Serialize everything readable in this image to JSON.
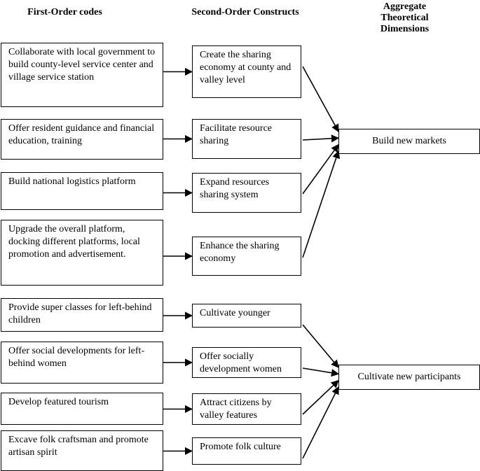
{
  "headers": {
    "first_order": "First-Order codes",
    "second_order": "Second-Order Constructs",
    "aggregate": "Aggregate\nTheoretical\nDimensions"
  },
  "first_order": [
    {
      "text": "Collaborate with local government to build county-level service center and village service station"
    },
    {
      "text": "Offer resident guidance and financial education, training"
    },
    {
      "text": "Build national logistics platform"
    },
    {
      "text": "Upgrade the overall platform, docking different platforms, local promotion and advertisement."
    },
    {
      "text": "Provide super classes for left-behind children"
    },
    {
      "text": "Offer social developments for left-behind women"
    },
    {
      "text": "Develop featured tourism"
    },
    {
      "text": "Excave folk craftsman and promote artisan spirit"
    }
  ],
  "second_order": [
    {
      "text": "Create the sharing economy at county and valley level"
    },
    {
      "text": "Facilitate resource sharing"
    },
    {
      "text": "Expand resources sharing system"
    },
    {
      "text": "Enhance the sharing economy"
    },
    {
      "text": "Cultivate younger"
    },
    {
      "text": "Offer socially development women"
    },
    {
      "text": "Attract citizens by valley features"
    },
    {
      "text": "Promote folk culture"
    }
  ],
  "aggregate": [
    {
      "text": "Build new markets"
    },
    {
      "text": "Cultivate new participants"
    }
  ],
  "connections": [
    {
      "from": 0,
      "to": 0
    },
    {
      "from": 1,
      "to": 0
    },
    {
      "from": 2,
      "to": 0
    },
    {
      "from": 3,
      "to": 0
    },
    {
      "from": 4,
      "to": 1
    },
    {
      "from": 5,
      "to": 1
    },
    {
      "from": 6,
      "to": 1
    },
    {
      "from": 7,
      "to": 1
    }
  ],
  "colors": {
    "line": "#000000",
    "box_border": "#000000",
    "background": "#ffffff"
  }
}
